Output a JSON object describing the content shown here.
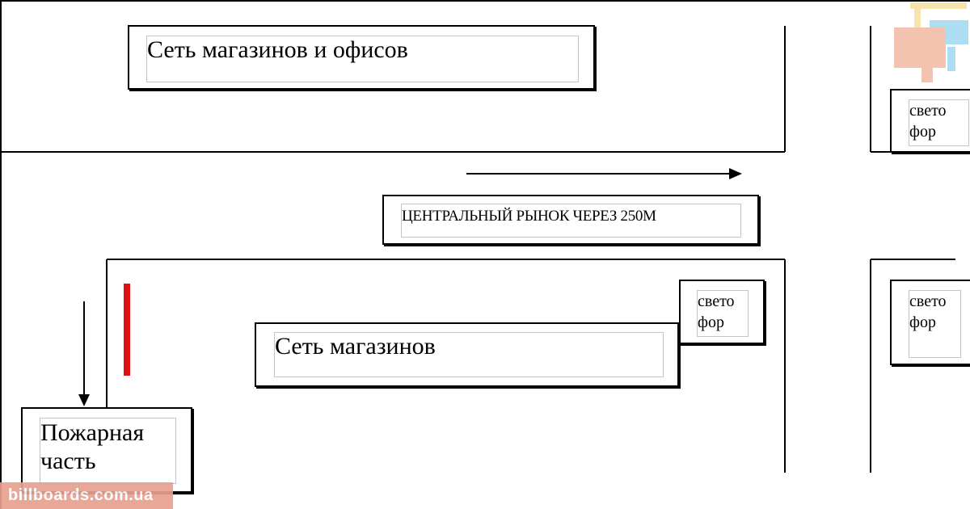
{
  "labels": {
    "shops_offices": "Сеть магазинов и офисов",
    "central_market": "ЦЕНТРАЛЬНЫЙ РЫНОК ЧЕРЕЗ 250М",
    "shops": "Сеть магазинов",
    "fire_station_line1": "Пожарная",
    "fire_station_line2": "часть",
    "traffic_light_line1": "свето",
    "traffic_light_line2": "фор"
  },
  "watermark": "billboards.com.ua",
  "colors": {
    "line": "#000000",
    "billboard_marker": "#e01010",
    "inner_border": "#c4c4c4",
    "watermark_bg": "#e8a08f",
    "logo_peach": "#f2b9a3",
    "logo_blue": "#9ed8f0",
    "logo_yellow": "#f5e0a0"
  }
}
